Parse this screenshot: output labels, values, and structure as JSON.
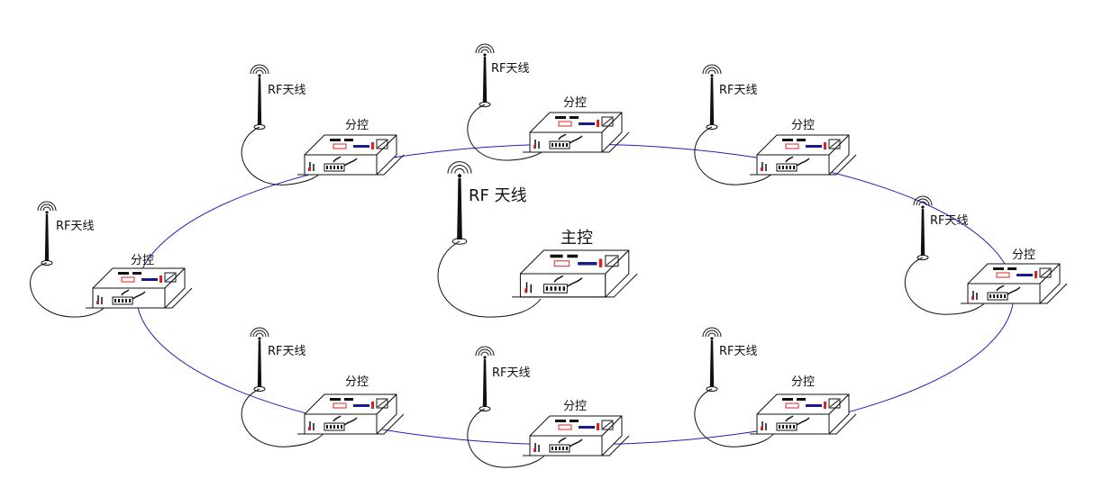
{
  "diagram": {
    "center": {
      "antenna_label": "RF 天线",
      "device_label": "主控"
    },
    "nodes": [
      {
        "id": "left",
        "antenna_label": "RF天线",
        "device_label": "分控"
      },
      {
        "id": "top-left",
        "antenna_label": "RF天线",
        "device_label": "分控"
      },
      {
        "id": "top",
        "antenna_label": "RF天线",
        "device_label": "分控"
      },
      {
        "id": "top-right",
        "antenna_label": "RF天线",
        "device_label": "分控"
      },
      {
        "id": "right",
        "antenna_label": "RF天线",
        "device_label": "分控"
      },
      {
        "id": "bottom-right",
        "antenna_label": "RF天线",
        "device_label": "分控"
      },
      {
        "id": "bottom",
        "antenna_label": "RF天线",
        "device_label": "分控"
      },
      {
        "id": "bottom-left",
        "antenna_label": "RF天线",
        "device_label": "分控"
      }
    ],
    "colors": {
      "ring": "#1f1fbf",
      "outline": "#111111",
      "led_red": "#e02020",
      "bar_blue": "#1a1a8c"
    }
  }
}
